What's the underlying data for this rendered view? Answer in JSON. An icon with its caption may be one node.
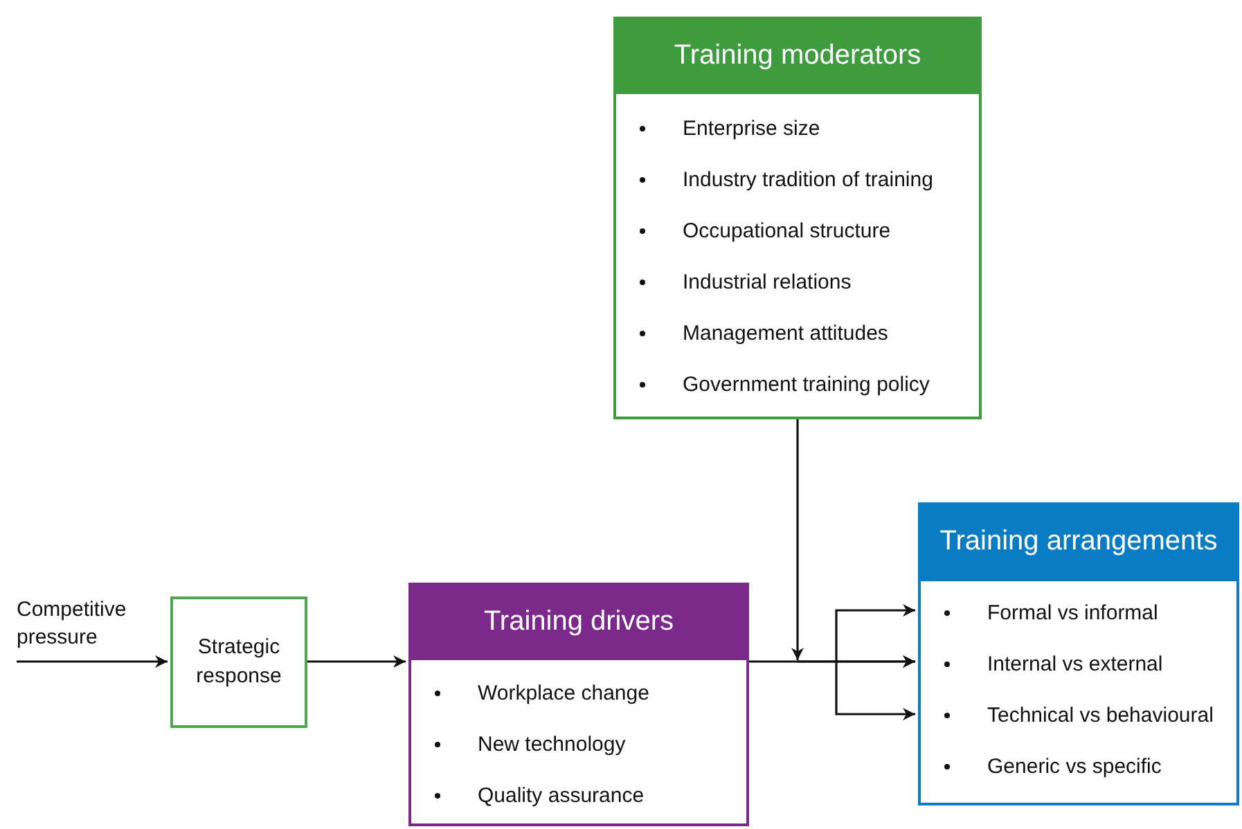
{
  "diagram": {
    "nodes": [
      {
        "text": [
          "Strategic response"
        ]
      },
      {
        "text": [
          "Training drivers",
          "Workplace change",
          "New technology",
          "Quality assurance"
        ]
      },
      {
        "text": [
          "Training moderators",
          "Enterprise size",
          "Industry tradition of training",
          "Occupational structure",
          "Industrial relations",
          "Management attitudes",
          "Government training policy"
        ]
      },
      {
        "text": [
          "Training arrangements",
          "Formal vs informal",
          "Internal vs external",
          "Technical vs behavioural",
          "Generic vs specific"
        ]
      }
    ],
    "edges": [
      {
        "from": null,
        "to": 0,
        "arrow": "to",
        "label": "Competitive pressure"
      },
      {
        "from": 0,
        "to": 1,
        "arrow": "to"
      },
      {
        "from": 1,
        "to": 3,
        "arrow": "to"
      },
      {
        "from": 2,
        "to": 3,
        "arrow": "to"
      }
    ]
  }
}
